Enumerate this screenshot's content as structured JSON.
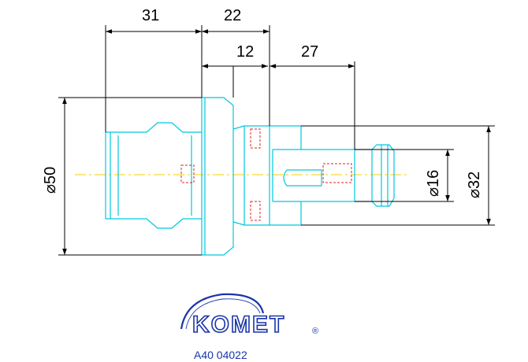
{
  "dimensions": {
    "d31": "31",
    "d22": "22",
    "d12": "12",
    "d27": "27",
    "dia50": "⌀50",
    "dia16": "⌀16",
    "dia32": "⌀32"
  },
  "logo": {
    "brand": "KOMET",
    "registered_mark": "®"
  },
  "part_number": "A40 04022",
  "colors": {
    "outline": "#00c8e0",
    "hidden": "#e02020",
    "centerline": "#f0d000",
    "dimension": "#000000",
    "brand": "#1a35a8"
  }
}
